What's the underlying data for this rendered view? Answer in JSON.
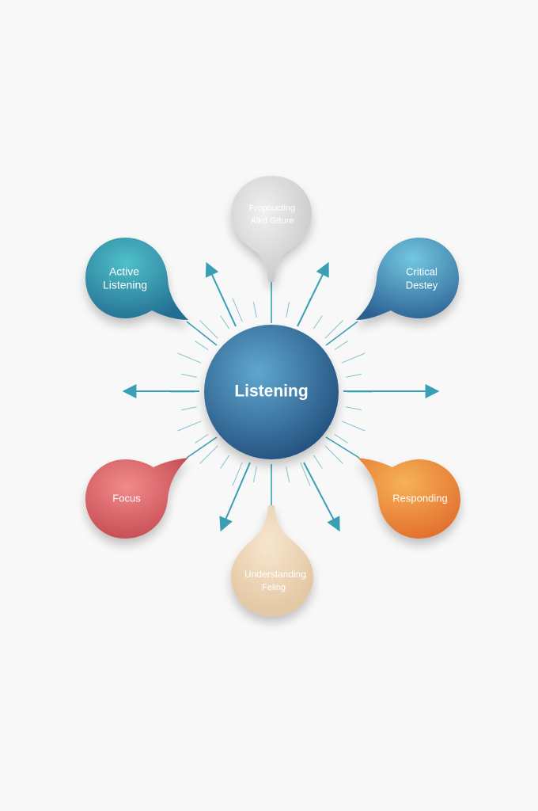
{
  "diagram": {
    "center": {
      "label": "Listening",
      "color": "#2f6d9c"
    },
    "nodes": [
      {
        "id": "top",
        "lines": [
          "Fropoucting",
          "Alkd Gtture"
        ],
        "color": "#d8d8d8",
        "text_color": "#ffffff"
      },
      {
        "id": "top-left",
        "lines": [
          "Active",
          "Listening"
        ],
        "color": "#2d8f9f",
        "text_color": "#ffffff"
      },
      {
        "id": "top-right",
        "lines": [
          "Critical",
          "Destey"
        ],
        "color": "#3f7fa8",
        "text_color": "#ffffff"
      },
      {
        "id": "bottom-left",
        "lines": [
          "Focus"
        ],
        "color": "#d65a62",
        "text_color": "#ffffff"
      },
      {
        "id": "bottom-right",
        "lines": [
          "Responding"
        ],
        "color": "#eb8a36",
        "text_color": "#ffffff"
      },
      {
        "id": "bottom",
        "lines": [
          "Understanding",
          "Feling"
        ],
        "color": "#ead3b4",
        "text_color": "#ffffff"
      }
    ],
    "arrow_color": "#3a9fb5"
  }
}
